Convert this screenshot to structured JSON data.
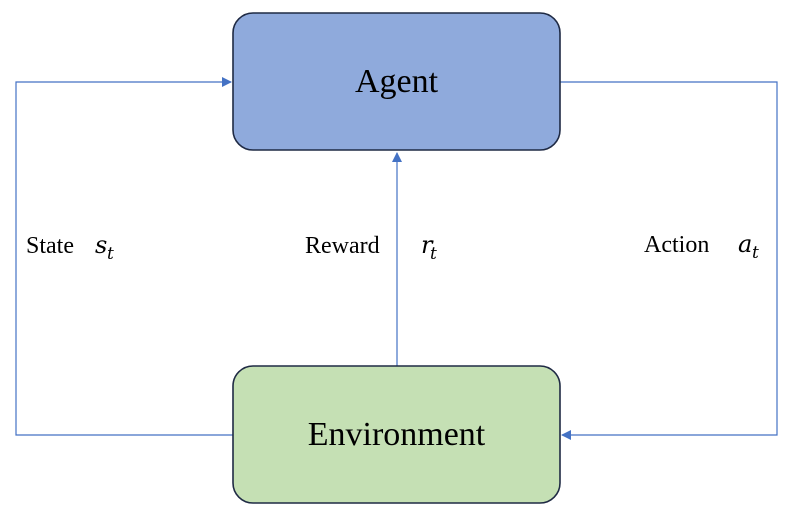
{
  "nodes": {
    "agent": {
      "label": "Agent",
      "fill": "#8FAADC",
      "stroke": "#1F2A44"
    },
    "environment": {
      "label": "Environment",
      "fill": "#C5E0B4",
      "stroke": "#1F2A44"
    }
  },
  "edges": {
    "state": {
      "label": "State",
      "symbol": "s",
      "subscript": "t"
    },
    "reward": {
      "label": "Reward",
      "symbol": "r",
      "subscript": "t"
    },
    "action": {
      "label": "Action",
      "symbol": "a",
      "subscript": "t"
    }
  },
  "colors": {
    "edge_stroke": "#4472C4"
  }
}
